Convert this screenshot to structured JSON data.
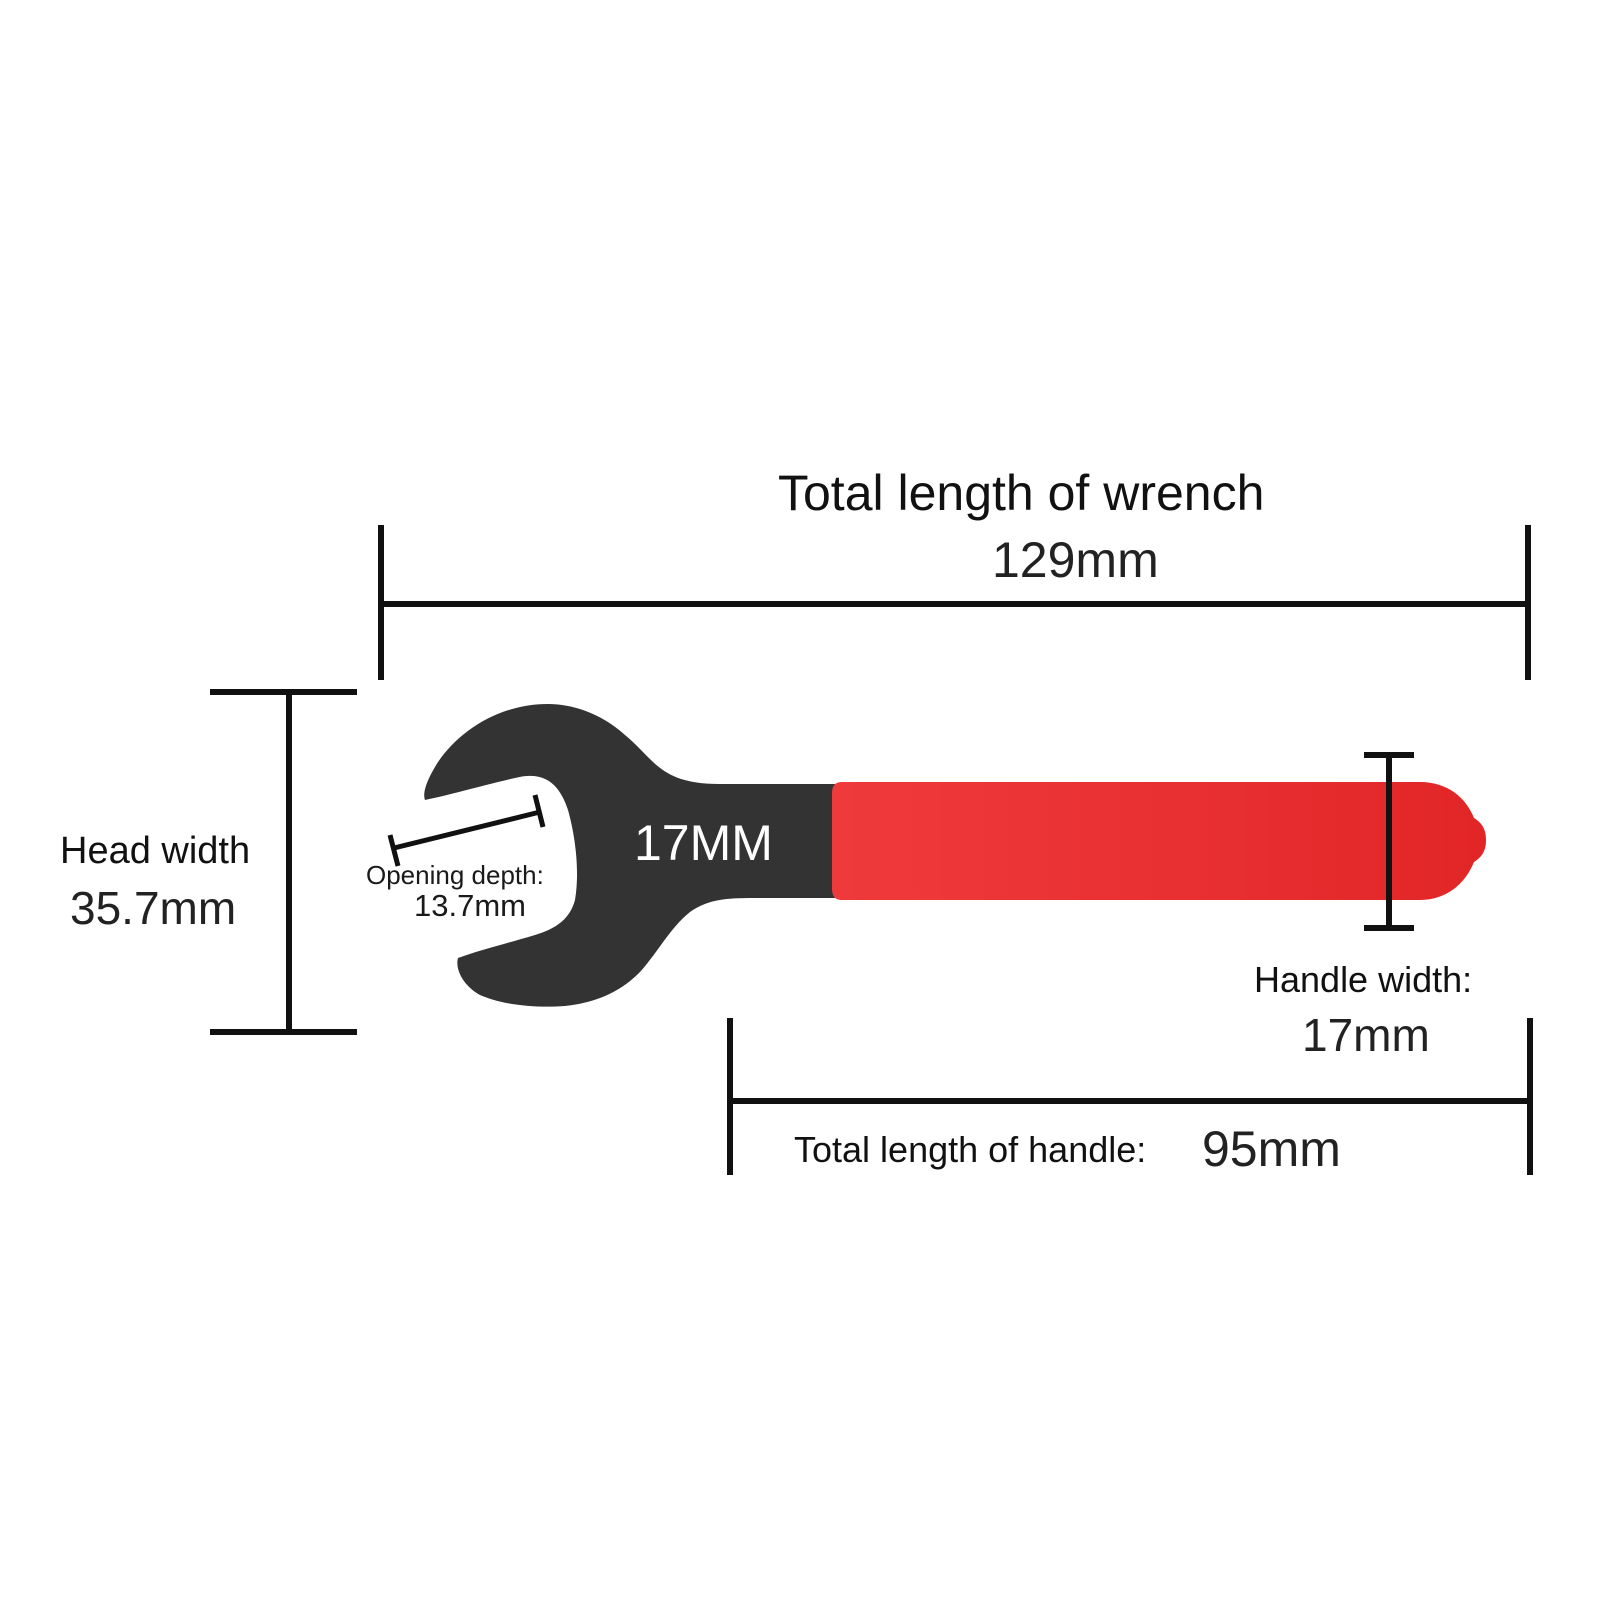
{
  "colors": {
    "wrench_body": "#333333",
    "handle_red": "#e8262a",
    "dimension_lines": "#111111",
    "background": "#ffffff"
  },
  "labels": {
    "total_length_title": "Total length of wrench",
    "total_length_value": "129mm",
    "head_width_title": "Head width",
    "head_width_value": "35.7mm",
    "opening_depth_title": "Opening depth:",
    "opening_depth_value": "13.7mm",
    "size_marking": "17MM",
    "handle_width_title": "Handle width:",
    "handle_width_value": "17mm",
    "handle_length_title": "Total length of handle:",
    "handle_length_value": "95mm"
  }
}
